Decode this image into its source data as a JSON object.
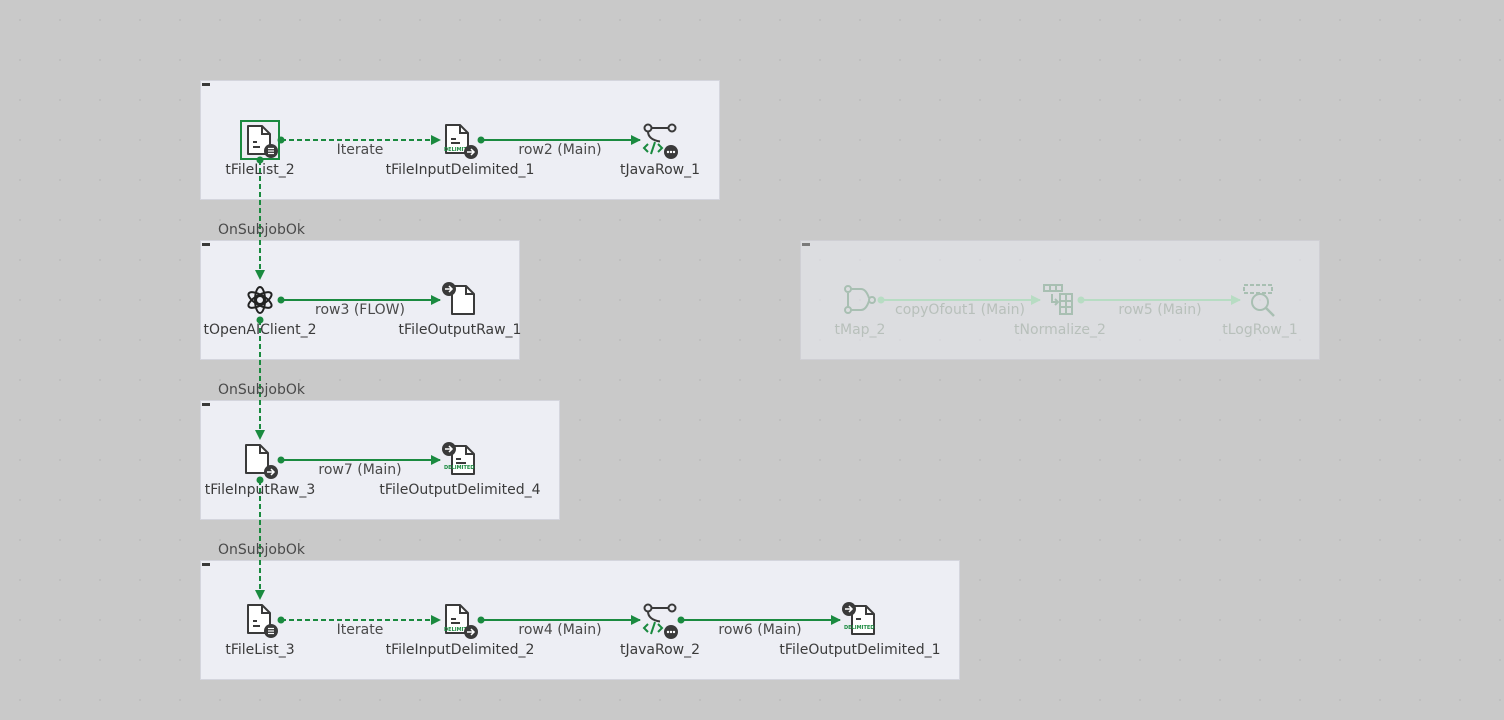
{
  "colors": {
    "flow": "#1a8a3f",
    "icon": "#3a3a3a",
    "accent": "#1a8a3f",
    "subjob_bg": "#edeef4"
  },
  "subjobs": [
    {
      "components": [
        {
          "name": "tFileList_2",
          "icon": "file-list-icon"
        },
        {
          "name": "tFileInputDelimited_1",
          "icon": "file-input-delimited-icon"
        },
        {
          "name": "tJavaRow_1",
          "icon": "java-row-icon"
        }
      ],
      "links": [
        "Iterate",
        "row2 (Main)"
      ]
    },
    {
      "components": [
        {
          "name": "tOpenAIClient_2",
          "icon": "openai-icon"
        },
        {
          "name": "tFileOutputRaw_1",
          "icon": "file-output-raw-icon"
        }
      ],
      "links": [
        "row3 (FLOW)"
      ]
    },
    {
      "components": [
        {
          "name": "tFileInputRaw_3",
          "icon": "file-input-raw-icon"
        },
        {
          "name": "tFileOutputDelimited_4",
          "icon": "file-output-delimited-icon"
        }
      ],
      "links": [
        "row7 (Main)"
      ]
    },
    {
      "components": [
        {
          "name": "tFileList_3",
          "icon": "file-list-icon"
        },
        {
          "name": "tFileInputDelimited_2",
          "icon": "file-input-delimited-icon"
        },
        {
          "name": "tJavaRow_2",
          "icon": "java-row-icon"
        },
        {
          "name": "tFileOutputDelimited_1",
          "icon": "file-output-delimited-icon"
        }
      ],
      "links": [
        "Iterate",
        "row4 (Main)",
        "row6 (Main)"
      ]
    },
    {
      "disabled": true,
      "components": [
        {
          "name": "tMap_2",
          "icon": "map-icon"
        },
        {
          "name": "tNormalize_2",
          "icon": "normalize-icon"
        },
        {
          "name": "tLogRow_1",
          "icon": "log-row-icon"
        }
      ],
      "links": [
        "copyOfout1 (Main)",
        "row5 (Main)"
      ]
    }
  ],
  "triggers": [
    "OnSubjobOk",
    "OnSubjobOk",
    "OnSubjobOk"
  ],
  "delimited_tag": "DELIMITED"
}
